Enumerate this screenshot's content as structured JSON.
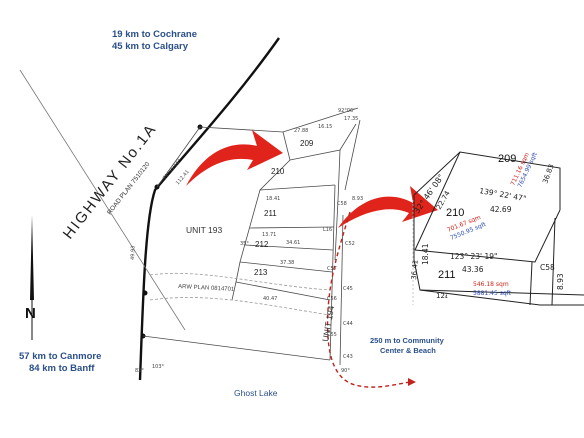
{
  "colors": {
    "info_text": "#2a4f8a",
    "arrow": "#e0241b",
    "access_path": "#c0231b",
    "lines": "#4a4a4a",
    "red_label": "#d2241b",
    "blue_label": "#2e4fb5"
  },
  "icons": [
    "north-arrow-icon",
    "curved-arrow-icon"
  ],
  "info": {
    "top_line1": "19 km to Cochrane",
    "top_line2": "45 km to Calgary",
    "bottom_line1": "57 km to Canmore",
    "bottom_line2": "84 km to Banff",
    "community": "250 m to Community",
    "community2": "Center & Beach",
    "lake": "Ghost Lake"
  },
  "north": "N",
  "highway": {
    "name": "HIGHWAY No.1A",
    "plan": "ROAD PLAN 7510120"
  },
  "units": {
    "unit193": "UNIT 193",
    "unit194": "UNIT 194",
    "arw_plan": "ARW PLAN 0814701"
  },
  "lots_small": [
    "209",
    "210",
    "211",
    "212",
    "213"
  ],
  "small_labels": {
    "d1": "92°06'",
    "d2": "17.35",
    "d3": "16.15",
    "d4": "27.88",
    "d5": "18.41",
    "d6": "13.71",
    "d7": "35°",
    "d8": "34.61",
    "d9": "37.38",
    "d10": "49.93",
    "d11": "40.47",
    "d12": "8.93",
    "d13": "71°55'16\"",
    "d14": "112.41",
    "d15": "90°",
    "d16": "103°",
    "d17": "82°",
    "d18": "C58",
    "d19": "C57",
    "d20": "C56",
    "d21": "C55",
    "d22": "C45",
    "d23": "C44",
    "d24": "C43",
    "d25": "C52",
    "d26": "L16"
  },
  "zoom": {
    "lot209": "209",
    "lot210": "210",
    "lot211": "211",
    "angle_top": "32° 46' 08\"",
    "d2274": "22.74",
    "angle_mid": "139° 22' 47\"",
    "d4269": "42.69",
    "angle_low": "123° 23' 19\"",
    "d4336": "43.36",
    "d1841": "18.41",
    "d893": "8.93",
    "c58": "C58",
    "d3683": "36.83",
    "d124": "12₄",
    "red1": "711.16 sqm",
    "blue1": "7654.99 sqft",
    "red2": "701.67 sqm",
    "blue2": "7550.95 sqft",
    "red3": "546.18 sqm",
    "blue3": "5881.45 sqft",
    "side_dim": "36.41"
  }
}
